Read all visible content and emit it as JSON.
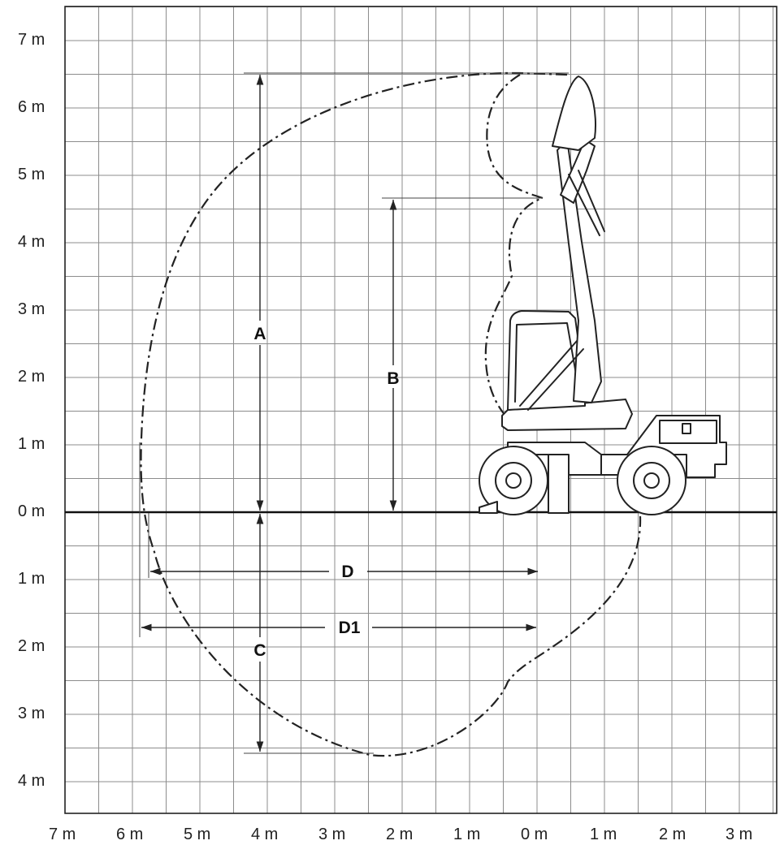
{
  "y_axis_labels": [
    "7 m",
    "6 m",
    "5 m",
    "4 m",
    "3 m",
    "2 m",
    "1 m",
    "0 m",
    "1 m",
    "2 m",
    "3 m",
    "4 m"
  ],
  "x_axis_labels": [
    "7 m",
    "6 m",
    "5 m",
    "4 m",
    "3 m",
    "2 m",
    "1 m",
    "0 m",
    "1 m",
    "2 m",
    "3 m"
  ],
  "dimensions": {
    "A": "A",
    "B": "B",
    "C": "C",
    "D": "D",
    "D1": "D1"
  },
  "colors": {
    "background": "#ffffff",
    "grid": "#8c8c8c",
    "ink": "#222222"
  }
}
